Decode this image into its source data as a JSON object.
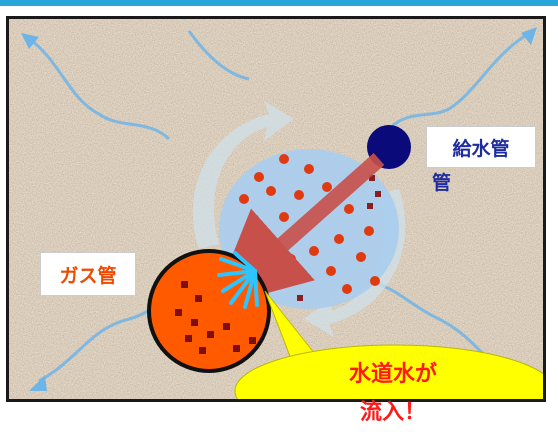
{
  "labels": {
    "supply_pipe": "給水管",
    "supply_pipe_fragment": "管",
    "gas_pipe": "ガス管",
    "callout_line1": "水道水が",
    "callout_line2": "流入！"
  },
  "colors": {
    "top_bar": "#2aa7d8",
    "supply_pipe": "#0a0a7a",
    "gas_pipe": "#ff5a00",
    "water_spray": "#a9cdf0",
    "flow_arrow": "#c8504a",
    "callout": "#ffff00",
    "particle": "#e03a10"
  },
  "icons": {
    "flow_arrow": "arrow-down-left-icon",
    "leak_burst": "burst-icon"
  }
}
